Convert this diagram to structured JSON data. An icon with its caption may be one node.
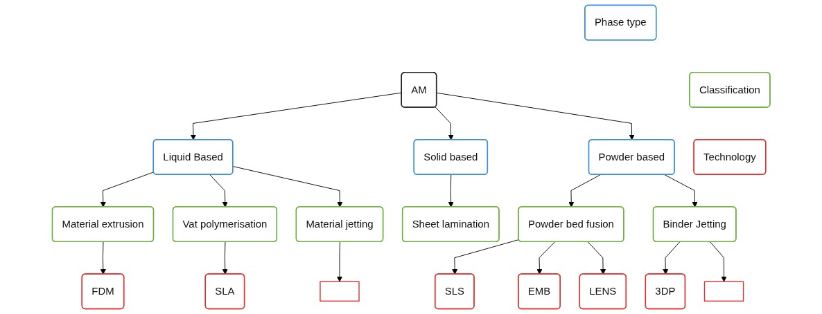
{
  "diagram": {
    "nodes": [
      {
        "text": [
          "AM"
        ]
      },
      {
        "text": [
          "Liquid Based"
        ]
      },
      {
        "text": [
          "Solid based"
        ]
      },
      {
        "text": [
          "Powder based"
        ]
      },
      {
        "text": [
          "Material extrusion"
        ]
      },
      {
        "text": [
          "Vat polymerisation"
        ]
      },
      {
        "text": [
          "Material jetting"
        ]
      },
      {
        "text": [
          "Sheet lamination"
        ]
      },
      {
        "text": [
          "Powder bed fusion"
        ]
      },
      {
        "text": [
          "Binder Jetting"
        ]
      },
      {
        "text": [
          "FDM"
        ]
      },
      {
        "text": [
          "SLA"
        ]
      },
      {
        "text": [],
        "shape": "box"
      },
      {
        "text": [
          "SLS"
        ]
      },
      {
        "text": [
          "EMB"
        ]
      },
      {
        "text": [
          "LENS"
        ]
      },
      {
        "text": [
          "3DP"
        ]
      },
      {
        "text": [],
        "shape": "box"
      },
      {
        "text": [
          "Phase type"
        ]
      },
      {
        "text": [
          "Classification"
        ]
      },
      {
        "text": [
          "Technology"
        ]
      }
    ],
    "edges": [
      {
        "from": 0,
        "to": 1,
        "arrow": "to"
      },
      {
        "from": 0,
        "to": 2,
        "arrow": "to"
      },
      {
        "from": 0,
        "to": 3,
        "arrow": "to"
      },
      {
        "from": 1,
        "to": 4,
        "arrow": "to"
      },
      {
        "from": 1,
        "to": 5,
        "arrow": "to"
      },
      {
        "from": 1,
        "to": 6,
        "arrow": "to"
      },
      {
        "from": 2,
        "to": 7,
        "arrow": "to"
      },
      {
        "from": 3,
        "to": 8,
        "arrow": "to"
      },
      {
        "from": 3,
        "to": 9,
        "arrow": "to"
      },
      {
        "from": 4,
        "to": 10,
        "arrow": "to"
      },
      {
        "from": 5,
        "to": 11,
        "arrow": "to"
      },
      {
        "from": 6,
        "to": 12,
        "arrow": "to"
      },
      {
        "from": 8,
        "to": 13,
        "arrow": "to"
      },
      {
        "from": 8,
        "to": 14,
        "arrow": "to"
      },
      {
        "from": 8,
        "to": 15,
        "arrow": "to"
      },
      {
        "from": 9,
        "to": 16,
        "arrow": "to"
      },
      {
        "from": 9,
        "to": 17,
        "arrow": "to"
      }
    ]
  }
}
